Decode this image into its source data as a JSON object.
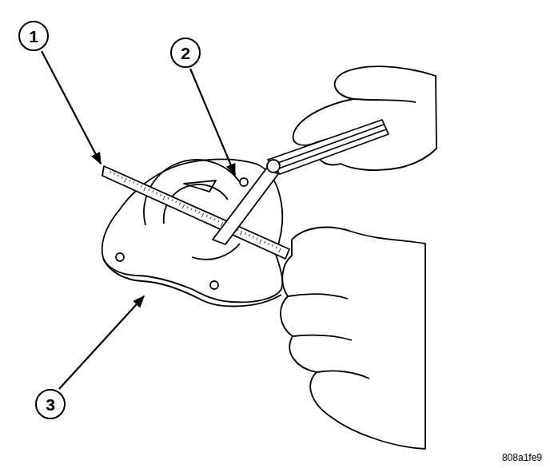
{
  "diagram": {
    "nodes": [
      {
        "text": [
          "1"
        ]
      },
      {
        "text": [
          "2"
        ]
      },
      {
        "text": [
          "3"
        ]
      }
    ],
    "labels": [
      "808a1fe9"
    ]
  }
}
